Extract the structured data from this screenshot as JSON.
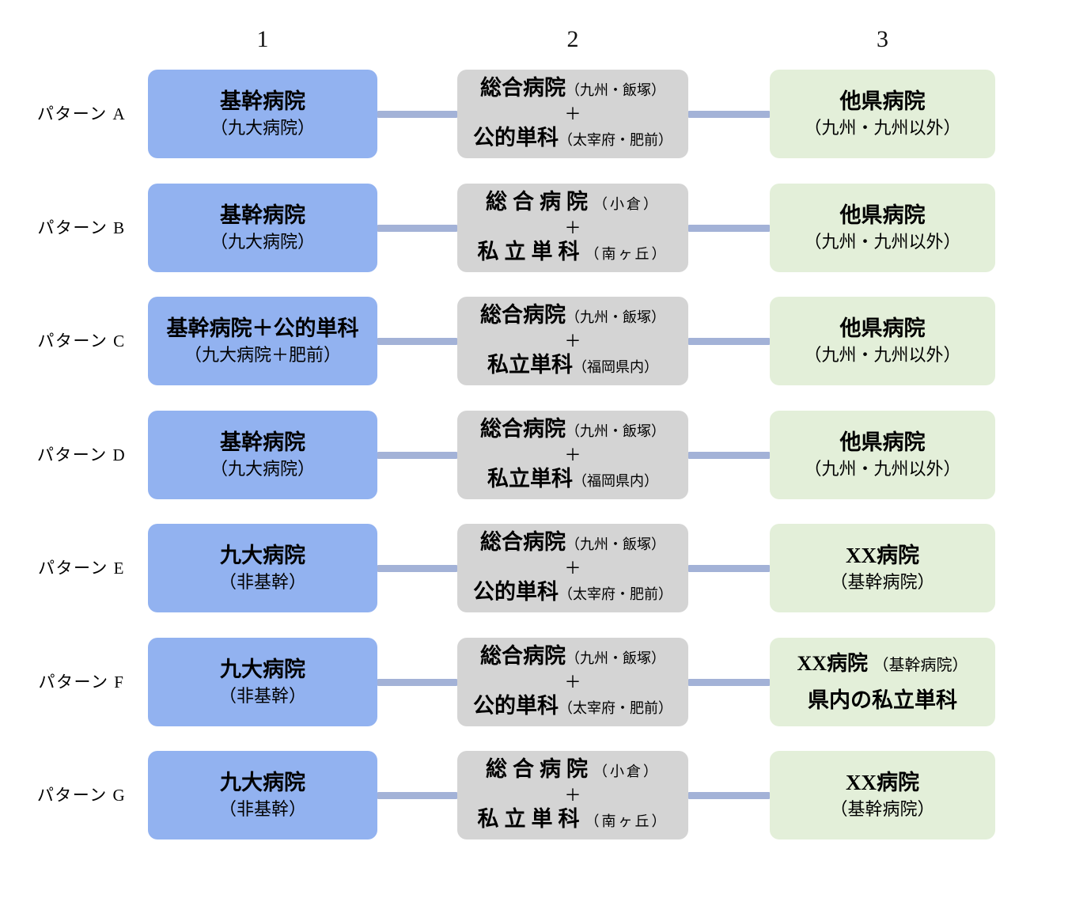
{
  "diagram": {
    "title_columns": [
      "1",
      "2",
      "3"
    ],
    "colors": {
      "column1_box": "#92B2F0",
      "column2_box": "#D4D4D4",
      "column3_box": "#E3EFD9",
      "connector": "#A3B2D7",
      "background": "#FFFFFF",
      "text": "#000000"
    },
    "rows": [
      {
        "label": "パターン A",
        "col1": {
          "main": "基幹病院",
          "sub": "（九大病院）"
        },
        "col2": {
          "line1_main": "総合病院",
          "line1_suffix": "（九州・飯塚）",
          "plus": "＋",
          "line2_main": "公的単科",
          "line2_suffix": "（太宰府・肥前）",
          "spaced": false
        },
        "col3": {
          "main": "他県病院",
          "sub": "（九州・九州以外）"
        }
      },
      {
        "label": "パターン B",
        "col1": {
          "main": "基幹病院",
          "sub": "（九大病院）"
        },
        "col2": {
          "line1_main": "総合病院",
          "line1_suffix": "（小倉）",
          "plus": "＋",
          "line2_main": "私立単科",
          "line2_suffix": "（南ヶ丘）",
          "spaced": true
        },
        "col3": {
          "main": "他県病院",
          "sub": "（九州・九州以外）"
        }
      },
      {
        "label": "パターン C",
        "col1": {
          "main": "基幹病院＋公的単科",
          "sub": "（九大病院＋肥前）"
        },
        "col2": {
          "line1_main": "総合病院",
          "line1_suffix": "（九州・飯塚）",
          "plus": "＋",
          "line2_main": "私立単科",
          "line2_suffix": "（福岡県内）",
          "spaced": false
        },
        "col3": {
          "main": "他県病院",
          "sub": "（九州・九州以外）"
        }
      },
      {
        "label": "パターン D",
        "col1": {
          "main": "基幹病院",
          "sub": "（九大病院）"
        },
        "col2": {
          "line1_main": "総合病院",
          "line1_suffix": "（九州・飯塚）",
          "plus": "＋",
          "line2_main": "私立単科",
          "line2_suffix": "（福岡県内）",
          "spaced": false
        },
        "col3": {
          "main": "他県病院",
          "sub": "（九州・九州以外）"
        }
      },
      {
        "label": "パターン E",
        "col1": {
          "main": "九大病院",
          "sub": "（非基幹）"
        },
        "col2": {
          "line1_main": "総合病院",
          "line1_suffix": "（九州・飯塚）",
          "plus": "＋",
          "line2_main": "公的単科",
          "line2_suffix": "（太宰府・肥前）",
          "spaced": false
        },
        "col3": {
          "main": "XX病院",
          "sub": "（基幹病院）"
        }
      },
      {
        "label": "パターン F",
        "col1": {
          "main": "九大病院",
          "sub": "（非基幹）"
        },
        "col2": {
          "line1_main": "総合病院",
          "line1_suffix": "（九州・飯塚）",
          "plus": "＋",
          "line2_main": "公的単科",
          "line2_suffix": "（太宰府・肥前）",
          "spaced": false
        },
        "col3": {
          "main": "XX病院",
          "main_suffix": "（基幹病院）",
          "line2": "県内の私立単科",
          "two_line_style": true
        }
      },
      {
        "label": "パターン G",
        "col1": {
          "main": "九大病院",
          "sub": "（非基幹）"
        },
        "col2": {
          "line1_main": "総合病院",
          "line1_suffix": "（小倉）",
          "plus": "＋",
          "line2_main": "私立単科",
          "line2_suffix": "（南ヶ丘）",
          "spaced": true
        },
        "col3": {
          "main": "XX病院",
          "sub": "（基幹病院）"
        }
      }
    ]
  }
}
